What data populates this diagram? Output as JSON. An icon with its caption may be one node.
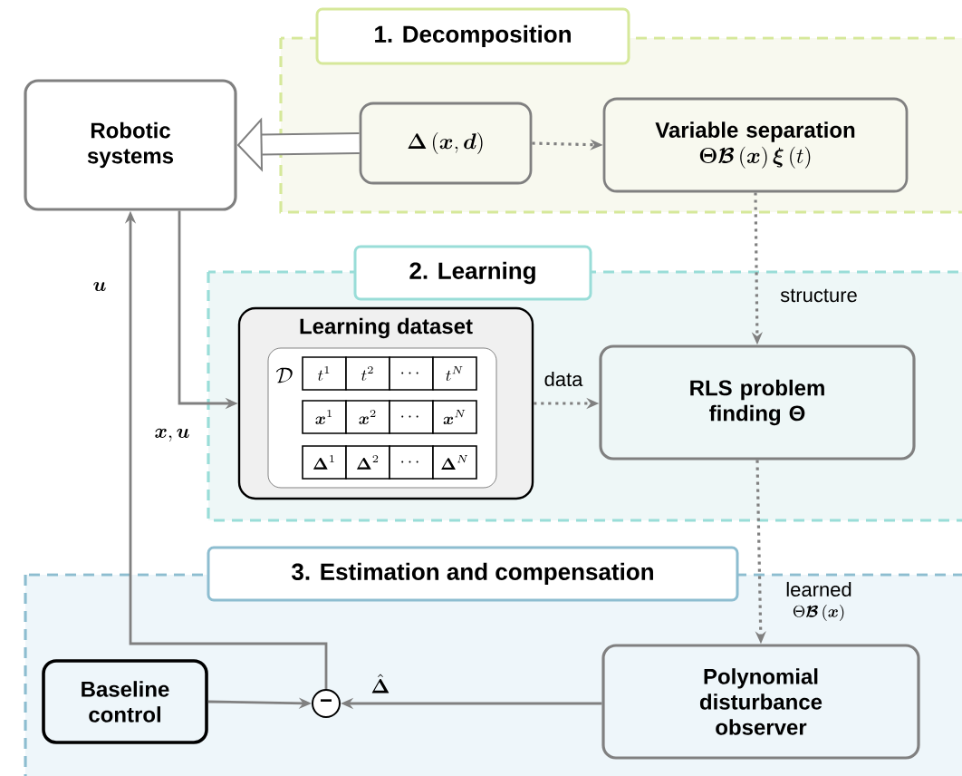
{
  "diagram": {
    "nodes": [
      {
        "text": [
          "1. Decomposition"
        ]
      },
      {
        "text": [
          "2. Learning"
        ]
      },
      {
        "text": [
          "3. Estimation and compensation"
        ]
      },
      {
        "text": [
          "Robotic systems"
        ]
      },
      {
        "text": [
          "\\boldsymbol{\\Delta}\\left(\\boldsymbol{x},\\boldsymbol{d}\\right)"
        ],
        "in": 0
      },
      {
        "text": [
          "Variable separation",
          "\\boldsymbol{\\Theta}\\boldsymbol{\\mathcal{B}}\\left(\\boldsymbol{x}\\right)\\boldsymbol{\\xi}\\left(t\\right)"
        ],
        "in": 0
      },
      {
        "text": [
          "Learning dataset",
          "\\mathcal{D}",
          "t^{1}",
          "t^{2}",
          "\\cdots",
          "t^{N}",
          "\\boldsymbol{x}^{1}",
          "\\boldsymbol{x}^{2}",
          "\\cdots",
          "\\boldsymbol{x}^{N}",
          "\\boldsymbol{\\Delta}^{1}",
          "\\boldsymbol{\\Delta}^{2}",
          "\\cdots",
          "\\boldsymbol{\\Delta}^{N}"
        ],
        "in": 1
      },
      {
        "text": [
          "RLS problem finding Θ"
        ],
        "in": 1
      },
      {
        "text": [
          "Baseline control"
        ],
        "in": 2
      },
      {
        "text": [
          "−"
        ],
        "in": 2
      },
      {
        "text": [
          "Polynomial disturbance observer"
        ],
        "in": 2
      }
    ],
    "edges": [
      {
        "from": 4,
        "to": 3,
        "arrow": "to",
        "style": "thick"
      },
      {
        "from": 4,
        "to": 5,
        "arrow": "to",
        "style": "dashed"
      },
      {
        "from": 5,
        "to": 7,
        "arrow": "to",
        "style": "dashed",
        "label": "structure"
      },
      {
        "from": 6,
        "to": 7,
        "arrow": "to",
        "style": "dashed",
        "label": "data"
      },
      {
        "from": 7,
        "to": 10,
        "arrow": "to",
        "style": "dashed",
        "label": "learned"
      },
      {
        "from": 3,
        "to": 6,
        "arrow": "to",
        "label": "\\boldsymbol{x},\\boldsymbol{u}"
      },
      {
        "from": 9,
        "to": 3,
        "arrow": "to",
        "label": "\\boldsymbol{u}"
      },
      {
        "from": 8,
        "to": 9,
        "arrow": "to"
      },
      {
        "from": 10,
        "to": 9,
        "arrow": "to",
        "label": "\\hat{\\boldsymbol{\\Delta}}"
      }
    ],
    "labels": [
      "\\Theta\\boldsymbol{\\mathcal{B}}\\left(\\boldsymbol{x}\\right)"
    ]
  }
}
